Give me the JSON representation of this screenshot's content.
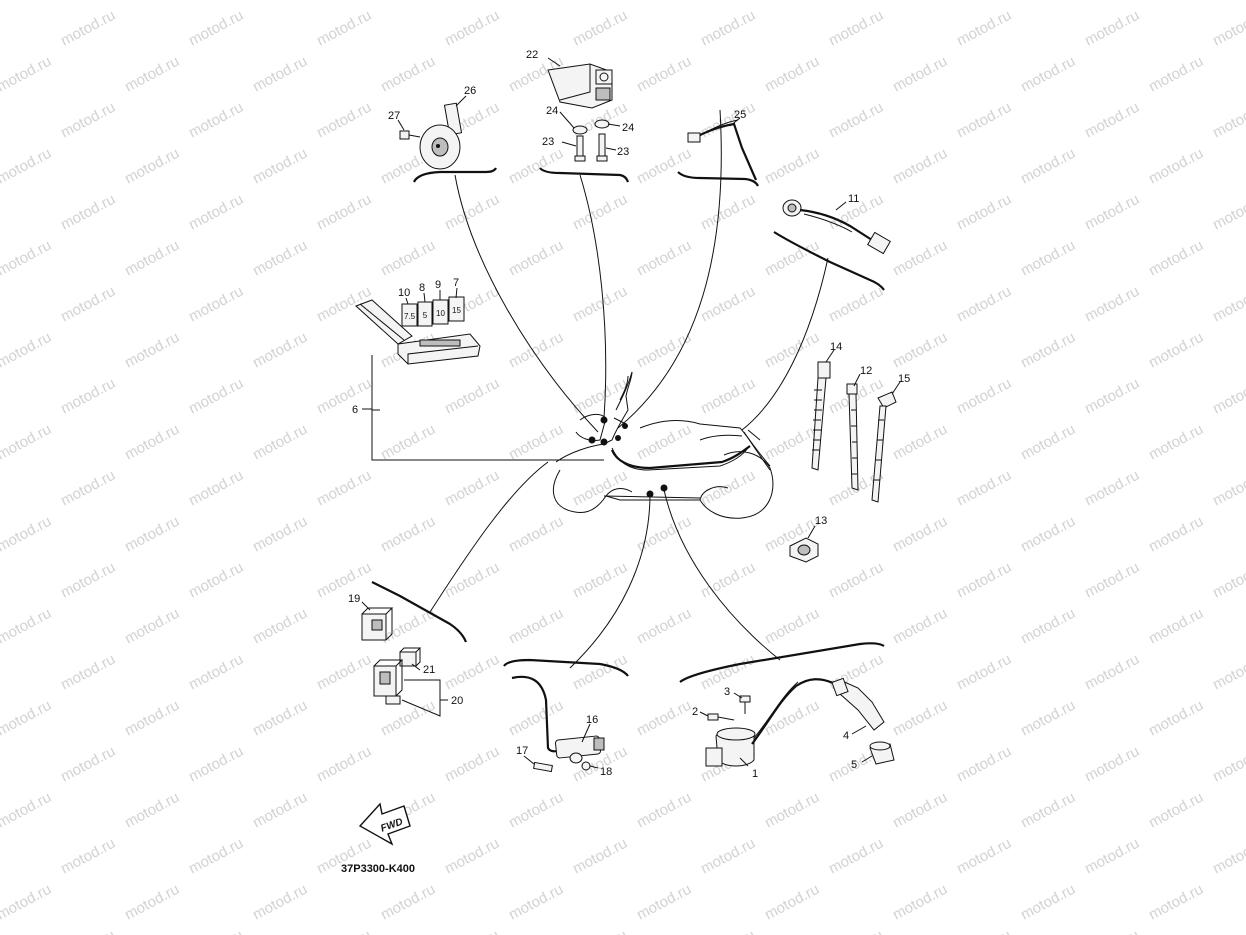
{
  "watermark": "motod.ru",
  "diagram_code": "37P3300-K400",
  "fwd_label": "FWD",
  "fuse_ratings": [
    "7.5",
    "5",
    "10",
    "15"
  ],
  "callouts": [
    "1",
    "2",
    "3",
    "4",
    "5",
    "6",
    "7",
    "8",
    "9",
    "10",
    "11",
    "12",
    "13",
    "14",
    "15",
    "16",
    "17",
    "18",
    "19",
    "20",
    "21",
    "22",
    "23",
    "23",
    "24",
    "24",
    "25",
    "26",
    "27"
  ]
}
